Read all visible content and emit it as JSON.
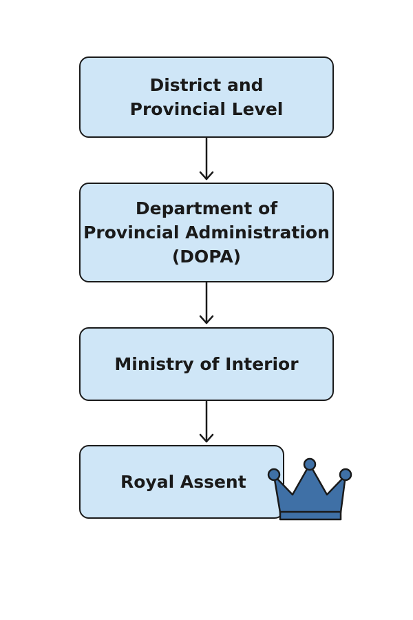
{
  "diagram": {
    "type": "flowchart",
    "direction": "top-to-bottom",
    "steps": [
      {
        "label": "District and\nProvincial Level"
      },
      {
        "label": "Department of\nProvincial Administration\n(DOPA)"
      },
      {
        "label": "Ministry of Interior"
      },
      {
        "label": "Royal Assent"
      }
    ],
    "edges": [
      {
        "from": 0,
        "to": 1
      },
      {
        "from": 1,
        "to": 2
      },
      {
        "from": 2,
        "to": 3
      }
    ],
    "colors": {
      "box_fill": "#cfe6f7",
      "box_border": "#1a1a1a",
      "text": "#1a1a1a",
      "arrow": "#1a1a1a",
      "crown_fill": "#3f70a6",
      "crown_stroke": "#1a1a1a"
    },
    "icons": {
      "final_step": "crown-icon"
    }
  }
}
